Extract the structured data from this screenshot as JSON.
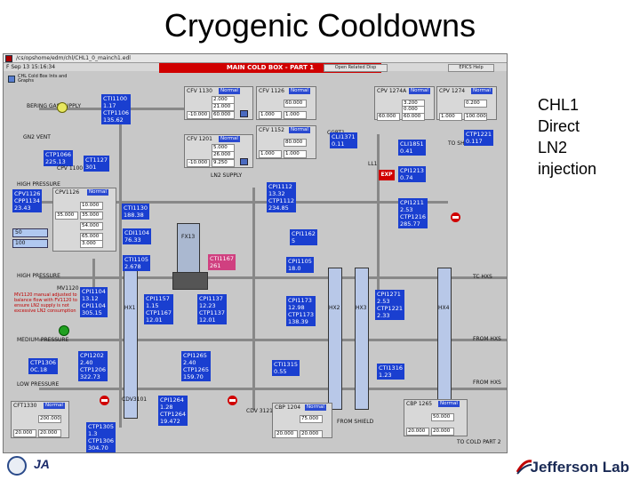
{
  "slide": {
    "title": "Cryogenic Cooldowns",
    "note_lines": [
      "CHL1",
      "Direct",
      "LN2",
      "injection"
    ],
    "footer_logo": "Jefferson Lab",
    "footer_left_logo": "JA"
  },
  "window": {
    "titlebar": "/cs/opshome/edm/chl/CHL1_0_mainch1.edl",
    "screen_title": "MAIN COLD BOX - PART 1",
    "top_left_label": "F Sep 13 15:16:34",
    "btn_open_related": "Open Related Disp",
    "btn_help": "EPICS Help",
    "chk_label": "CHL Cold Box Ints and Graphs"
  },
  "labels": {
    "bering_gas_supply": "BERING GAS SUPPLY",
    "gn2_vent": "GN2 VENT",
    "high_pressure": "HIGH PRESSURE",
    "high_pressure_2": "HIGH PRESSURE",
    "medium_pressure": "MEDIUM PRESSURE",
    "low_pressure": "LOW PRESSURE",
    "ln2_supply": "LN2 SUPPLY",
    "to_shields": "TO SHIELDS",
    "tc_hxs": "TC HXS",
    "from_hxs_1": "FROM HXS",
    "from_hxs_2": "FROM HXS",
    "from_shield": "FROM SHIELD",
    "to_cold_part2": "TO COLD PART 2",
    "hx1": "HX1",
    "hx2": "HX2",
    "hx3": "HX3",
    "hx4": "HX4",
    "fx13": "FX13",
    "mv1120": "MV1120",
    "mv1120_note": "MV1120 manual adjusted to balance flow with FV1120 to ensure LN2 supply is not excessive LN2 consumption",
    "cgpt1": "CGPT1",
    "ll1": "LL1",
    "exp": "EXP",
    "cdv3121": "CDV 3121",
    "cdv3101": "CDV3101"
  },
  "pvs": {
    "ti1100": [
      "CTI1100",
      "1.17",
      "CTP1106",
      "135.62"
    ],
    "cti1106": [
      "CTP1066",
      "225.13",
      "CPV 1100"
    ],
    "ct1127": [
      "CT1127",
      "301"
    ],
    "ctp1251": [
      "CPV1126",
      "CPP1134",
      "23.43"
    ],
    "cti1130": [
      "CTI1130",
      "188.38"
    ],
    "cdi1104": [
      "CDI1104",
      "76.33"
    ],
    "cti1105": [
      "CTI1105",
      "2.678"
    ],
    "cpi1104": [
      "CPI1104",
      "13.12",
      "CPI1104",
      "305.15"
    ],
    "cpi1157": [
      "CPI1157",
      "1.15",
      "CTP1167",
      "12.01"
    ],
    "cpi1137": [
      "CPI1137",
      "12.23",
      "CTP1137",
      "12.01"
    ],
    "cpi1173": [
      "CPI1173",
      "12.98",
      "CTP1173",
      "138.39"
    ],
    "cpi1112": [
      "CPI1112",
      "13.32",
      "CTP1112",
      "234.85"
    ],
    "cpi1162": [
      "CPI1162",
      "5"
    ],
    "cpi1105": [
      "CPI1105",
      "18.0"
    ],
    "cli1851": [
      "CLI1851",
      "0.41"
    ],
    "cpi1211": [
      "CPI1211",
      "2.53",
      "CTP1216",
      "285.77"
    ],
    "cpi1271": [
      "CPI1271",
      "2.53",
      "CTP1221",
      "2.33"
    ],
    "cpi1211b": [
      "CTP1221",
      "0.117"
    ],
    "cli1371": [
      "CLI1371",
      "0.11"
    ],
    "cpi1213": [
      "CPI1213",
      "0.74"
    ],
    "cpi1202": [
      "CPI1202",
      "2.40",
      "CTP1206",
      "322.73"
    ],
    "cpi1265": [
      "CPI1265",
      "2.40",
      "CTP1265",
      "159.70"
    ],
    "cti1315": [
      "CTI1315",
      "0.55"
    ],
    "cti1316": [
      "CTI1316",
      "1.23"
    ],
    "cpi1264": [
      "CPI1264",
      "1.28",
      "CTP1264",
      "19.472"
    ],
    "ctp1305": [
      "CTP1305",
      "1.3",
      "CTP1306",
      "304.70"
    ],
    "ctp1306_left": [
      "CTP1306",
      "0C.18"
    ],
    "cti1167": [
      "CTI1167",
      "261"
    ]
  },
  "controls": {
    "cfv1130": {
      "title": "CFV 1130",
      "sp": "2.000",
      "val1": "21.000",
      "val2": "-10.000",
      "val3": "60.000",
      "status": "Normal"
    },
    "cfv1126": {
      "title": "CFV 1126",
      "sp": "60.000",
      "val1": "1.000",
      "val2": "1.000",
      "status": "Normal"
    },
    "cfv1201": {
      "title": "CFV 1201",
      "sp": "5.000",
      "val1": "26.000",
      "val2": "-10.000",
      "val3": "9.250",
      "status": "Normal"
    },
    "cfv1152": {
      "title": "CFV 1152",
      "sp": "80.000",
      "val1": "1.000",
      "val2": "1.000",
      "status": "Normal"
    },
    "cpv1274a": {
      "title": "CPV 1274A",
      "sp": "3.200",
      "val1": "0.000",
      "val2": "60.000",
      "val3": "60.000",
      "status": "Normal"
    },
    "cpv1274": {
      "title": "CPV 1274",
      "sp": "0.200",
      "val1": "1.000",
      "val2": "100.000",
      "status": "Normal"
    },
    "cpv1126": {
      "title": "CPV1126",
      "sp": "10.000",
      "val1": "35.000",
      "val2": "35.000",
      "val3": "54.000",
      "val4": "65.000",
      "val5": "3.000",
      "status": "Normal"
    },
    "cbp1204": {
      "title": "CBP 1204",
      "sp": "75.000",
      "val1": "20.000",
      "val2": "20.000",
      "status": "Normal"
    },
    "cbp1265": {
      "title": "CBP 1265",
      "sp": "50.000",
      "val1": "20.000",
      "val2": "20.000",
      "status": "Normal"
    },
    "cft1330": {
      "title": "CFT1330",
      "sp": "200.000",
      "val1": "20.000",
      "val2": "20.000",
      "status": "Normal"
    },
    "left_inputs": [
      "50",
      "100"
    ]
  },
  "colors": {
    "pv_blue": "#1a3fd0",
    "alarm_red": "#d00000",
    "panel_gray": "#c8c8c8",
    "valve_green": "#20a020"
  },
  "icons": [
    "stop-icon",
    "valve-green-icon",
    "valve-yellow-icon",
    "exp-icon"
  ]
}
